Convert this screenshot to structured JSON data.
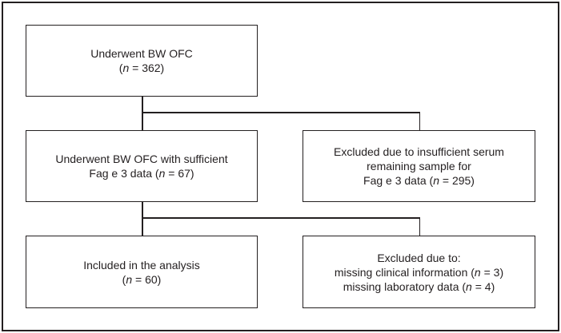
{
  "diagram": {
    "type": "flowchart",
    "colors": {
      "line": "#231f20",
      "text": "#231f20",
      "background": "#ffffff"
    },
    "boxes": [
      {
        "id": "underwent-bw-ofc",
        "lines": [
          [
            {
              "t": "Underwent BW OFC"
            }
          ],
          [
            {
              "t": "("
            },
            {
              "t": "n",
              "italic": true
            },
            {
              "t": " = 362)"
            }
          ]
        ],
        "n": 362
      },
      {
        "id": "underwent-bw-ofc-sufficient-fag-e3",
        "lines": [
          [
            {
              "t": "Underwent BW OFC with sufficient"
            }
          ],
          [
            {
              "t": "Fag e 3 data ("
            },
            {
              "t": "n",
              "italic": true
            },
            {
              "t": " = 67)"
            }
          ]
        ],
        "n": 67
      },
      {
        "id": "excluded-insufficient-serum",
        "lines": [
          [
            {
              "t": "Excluded due to insufficient serum"
            }
          ],
          [
            {
              "t": "remaining sample for"
            }
          ],
          [
            {
              "t": "Fag e 3 data ("
            },
            {
              "t": "n",
              "italic": true
            },
            {
              "t": " = 295)"
            }
          ]
        ],
        "n": 295
      },
      {
        "id": "included-in-analysis",
        "lines": [
          [
            {
              "t": "Included in the analysis"
            }
          ],
          [
            {
              "t": "("
            },
            {
              "t": "n",
              "italic": true
            },
            {
              "t": " = 60)"
            }
          ]
        ],
        "n": 60
      },
      {
        "id": "excluded-missing-data",
        "lines": [
          [
            {
              "t": "Excluded due to:"
            }
          ],
          [
            {
              "t": "missing clinical information ("
            },
            {
              "t": "n",
              "italic": true
            },
            {
              "t": " = 3)"
            }
          ],
          [
            {
              "t": "missing laboratory data ("
            },
            {
              "t": "n",
              "italic": true
            },
            {
              "t": " = 4)"
            }
          ]
        ],
        "n_missing_clinical": 3,
        "n_missing_laboratory": 4
      }
    ]
  }
}
